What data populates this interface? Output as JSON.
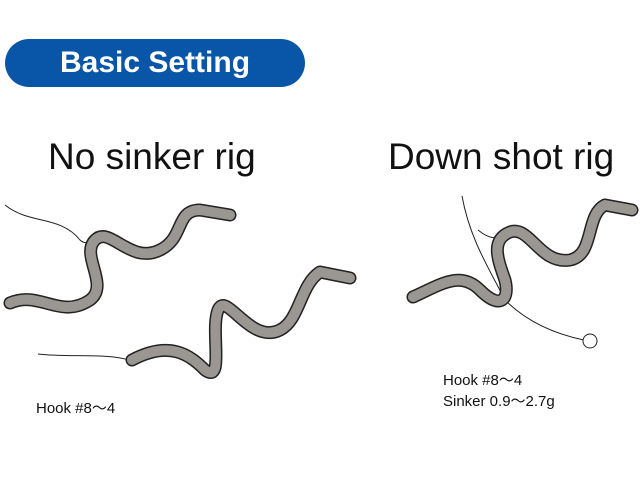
{
  "header": {
    "badge": "Basic Setting"
  },
  "rigs": [
    {
      "title": "No sinker rig",
      "labels": [
        "Hook #8〜4"
      ]
    },
    {
      "title": "Down shot rig",
      "labels": [
        "Hook #8〜4",
        "Sinker 0.9〜2.7g"
      ]
    }
  ],
  "colors": {
    "badge": "#0956a8",
    "worm": "#9a9692"
  }
}
